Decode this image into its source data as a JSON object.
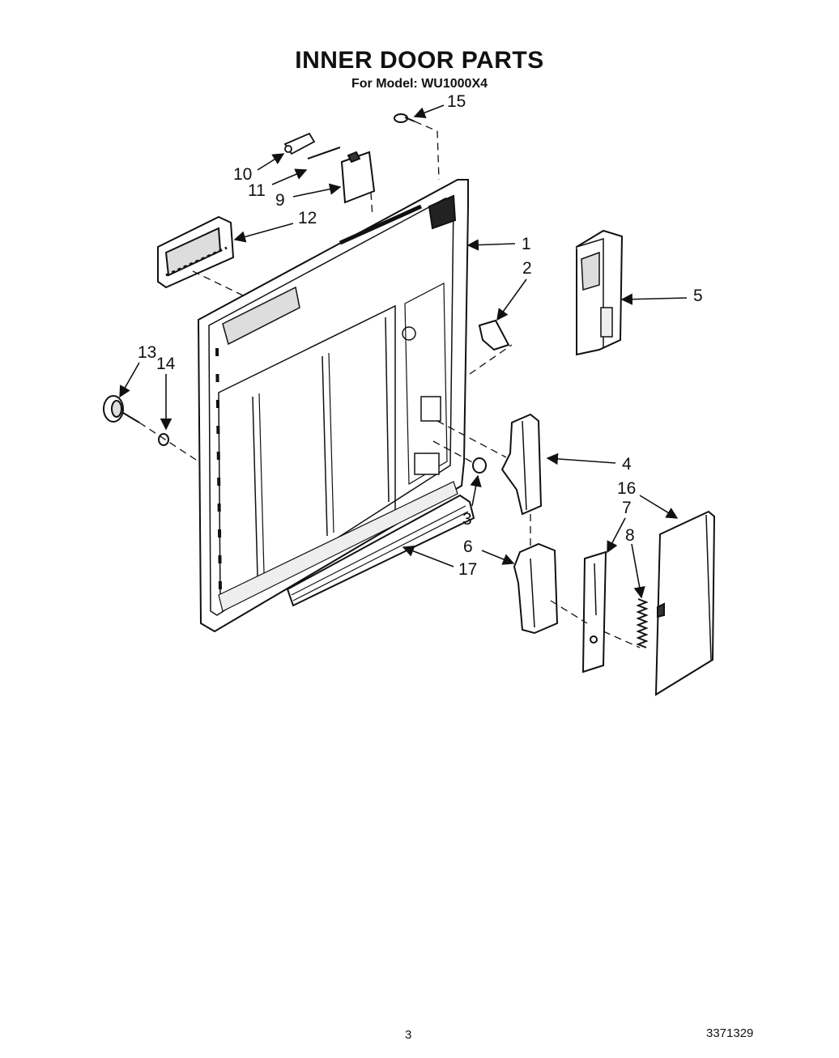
{
  "title": "INNER DOOR PARTS",
  "subtitle": "For Model: WU1000X4",
  "callouts": [
    {
      "id": "1",
      "label": "1"
    },
    {
      "id": "2",
      "label": "2"
    },
    {
      "id": "3",
      "label": "3"
    },
    {
      "id": "4",
      "label": "4"
    },
    {
      "id": "5",
      "label": "5"
    },
    {
      "id": "6",
      "label": "6"
    },
    {
      "id": "7",
      "label": "7"
    },
    {
      "id": "8",
      "label": "8"
    },
    {
      "id": "9",
      "label": "9"
    },
    {
      "id": "10",
      "label": "10"
    },
    {
      "id": "11",
      "label": "11"
    },
    {
      "id": "12",
      "label": "12"
    },
    {
      "id": "13",
      "label": "13"
    },
    {
      "id": "14",
      "label": "14"
    },
    {
      "id": "15",
      "label": "15"
    },
    {
      "id": "16",
      "label": "16"
    },
    {
      "id": "17",
      "label": "17"
    }
  ],
  "footer": {
    "page_number": "3",
    "doc_number": "3371329"
  }
}
